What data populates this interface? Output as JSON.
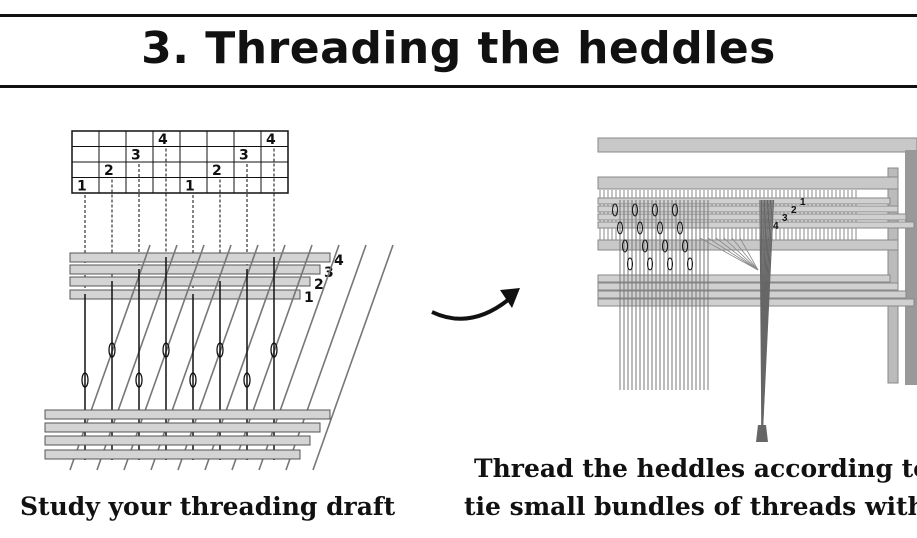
{
  "title": "3. Threading the heddles",
  "draft": {
    "threading": [
      1,
      2,
      3,
      4,
      1,
      2,
      3,
      4
    ],
    "shaft_labels": [
      "1",
      "2",
      "3",
      "4"
    ]
  },
  "right_shaft_labels": [
    "1",
    "2",
    "3",
    "4"
  ],
  "captions": {
    "left": "Study your threading draft",
    "right_line1": "Thread the heddles according to y",
    "right_line2": "tie small bundles of threads with o"
  }
}
